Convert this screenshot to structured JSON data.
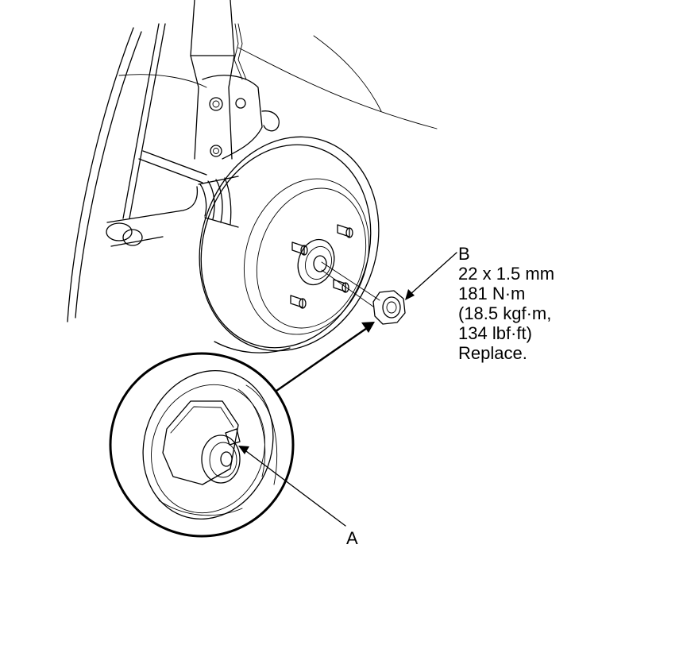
{
  "callout_a": {
    "letter": "A"
  },
  "callout_b": {
    "letter": "B",
    "lines": [
      "22 x 1.5 mm",
      "181 N·m",
      "(18.5 kgf·m,",
      "134 lbf·ft)",
      "Replace."
    ]
  }
}
